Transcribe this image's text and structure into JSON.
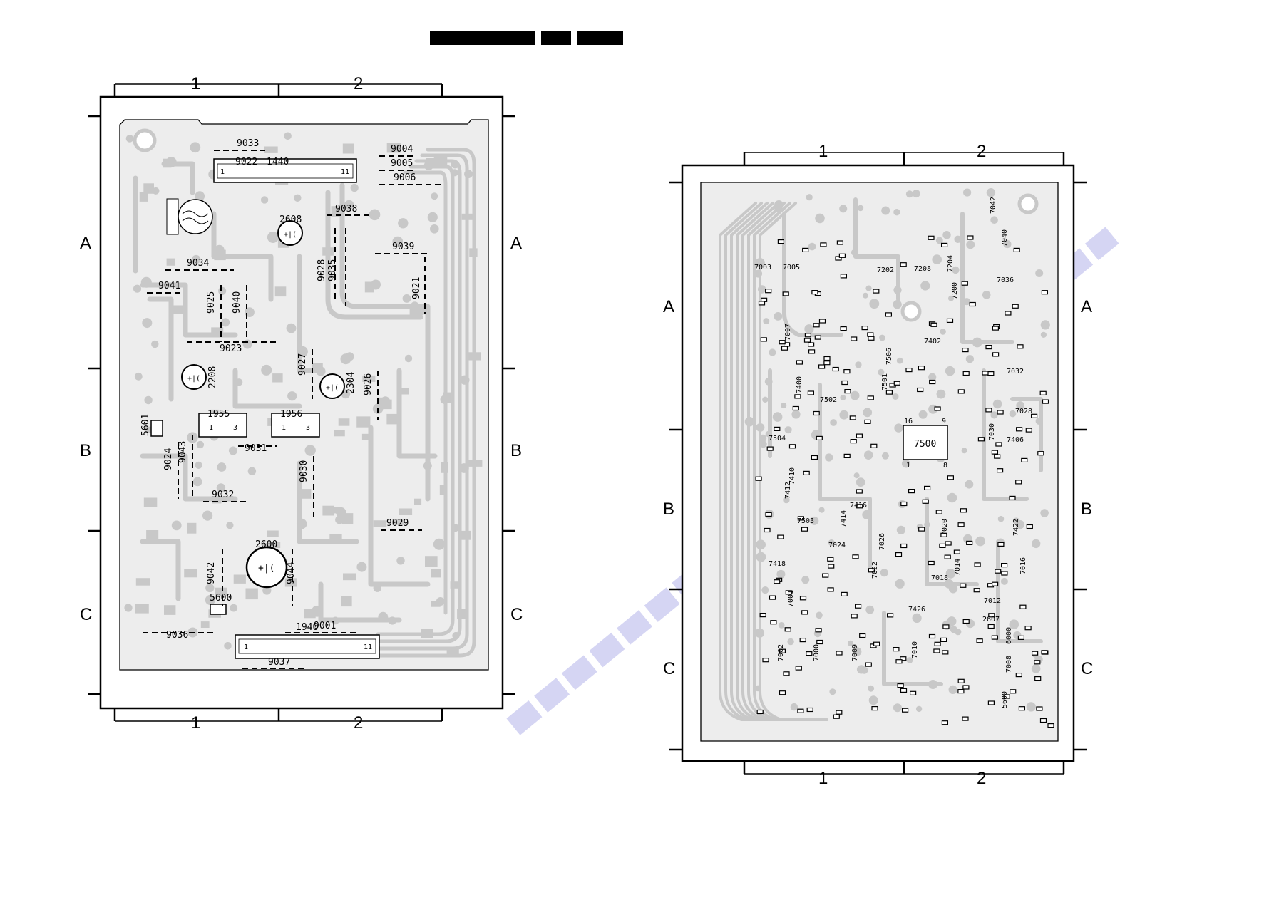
{
  "header_bars": [
    "",
    "",
    ""
  ],
  "left_board": {
    "grid_cols": [
      "1",
      "2"
    ],
    "grid_rows": [
      "A",
      "B",
      "C"
    ],
    "components": [
      "9033",
      "9004",
      "9005",
      "9006",
      "9022",
      "1440",
      "9038",
      "2608",
      "9039",
      "9034",
      "9028",
      "9035",
      "9021",
      "9041",
      "9025",
      "9040",
      "9023",
      "9027",
      "2208",
      "2304",
      "9026",
      "5601",
      "1955",
      "1956",
      "9031",
      "9024",
      "9043",
      "9030",
      "9032",
      "9029",
      "2600",
      "9042",
      "9044",
      "5600",
      "9001",
      "9036",
      "1940",
      "9037"
    ],
    "connector_pins": [
      "1",
      "11",
      "1",
      "3",
      "1",
      "3",
      "1",
      "11"
    ]
  },
  "right_board": {
    "grid_cols": [
      "1",
      "2"
    ],
    "grid_rows": [
      "A",
      "B",
      "C"
    ],
    "ic_label": "7500",
    "ic_pins": [
      "16",
      "9",
      "1",
      "8"
    ],
    "components": [
      "7003",
      "7005",
      "7202",
      "7208",
      "7204",
      "7200",
      "7036",
      "7040",
      "7042",
      "7007",
      "7402",
      "7506",
      "7501",
      "7032",
      "7400",
      "7502",
      "7028",
      "7504",
      "7030",
      "7406",
      "7410",
      "7412",
      "7503",
      "7416",
      "7414",
      "7418",
      "7024",
      "7026",
      "7020",
      "7422",
      "7022",
      "7018",
      "7014",
      "7016",
      "7012",
      "2607",
      "7426",
      "7001",
      "7002",
      "7000",
      "7009",
      "7010",
      "6000",
      "7008",
      "5600"
    ]
  },
  "colors": {
    "trace": "#c8c8c8",
    "ink": "#000000",
    "watermark": "#b3b3ea"
  }
}
